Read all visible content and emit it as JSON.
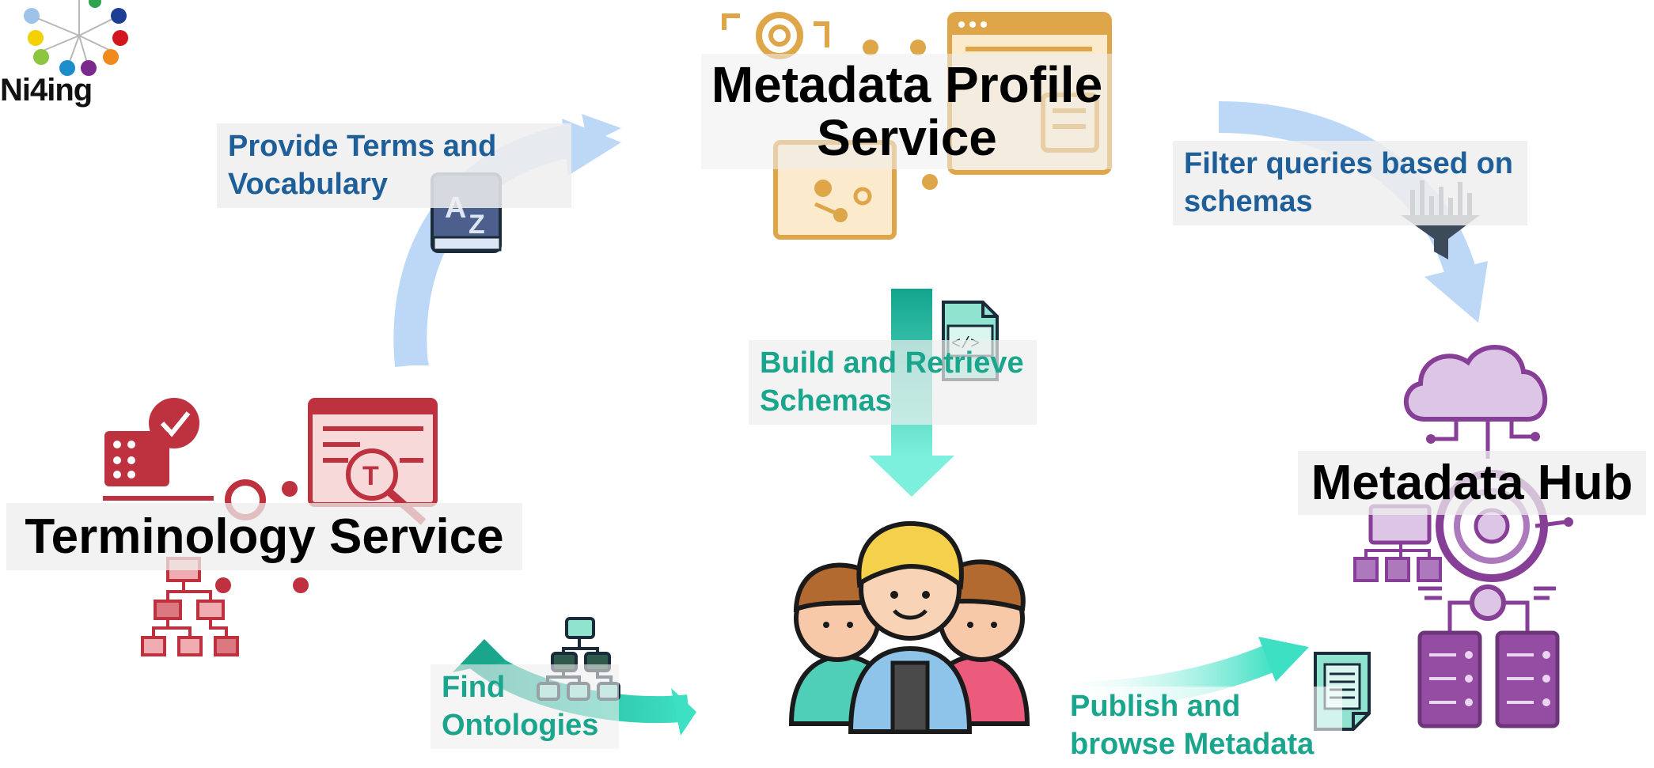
{
  "brand": {
    "name": "Ni4ing"
  },
  "nodes": {
    "profile_service": "Metadata Profile Service",
    "terminology_service": "Terminology Service",
    "metadata_hub": "Metadata Hub"
  },
  "flows": {
    "terms": "Provide Terms and Vocabulary",
    "filter": "Filter queries based on schemas",
    "schemas": "Build and Retrieve Schemas",
    "ontologies": "Find Ontologies",
    "publish": "Publish and browse Metadata"
  },
  "colors": {
    "profile": "#d9972a",
    "terminology": "#b71c2b",
    "hub": "#7b2a8c",
    "blue_text": "#1f5f99",
    "teal_text": "#1aa58d",
    "blue_arrow": "#bcd8f6",
    "teal_arrow": "#2fd3b8"
  },
  "icons": [
    "az-book-icon",
    "funnel-chart-icon",
    "code-file-icon",
    "hierarchy-icon",
    "document-icon",
    "users-group-icon",
    "cloud-server-icon",
    "terminology-stack-icon",
    "profile-settings-icon"
  ]
}
